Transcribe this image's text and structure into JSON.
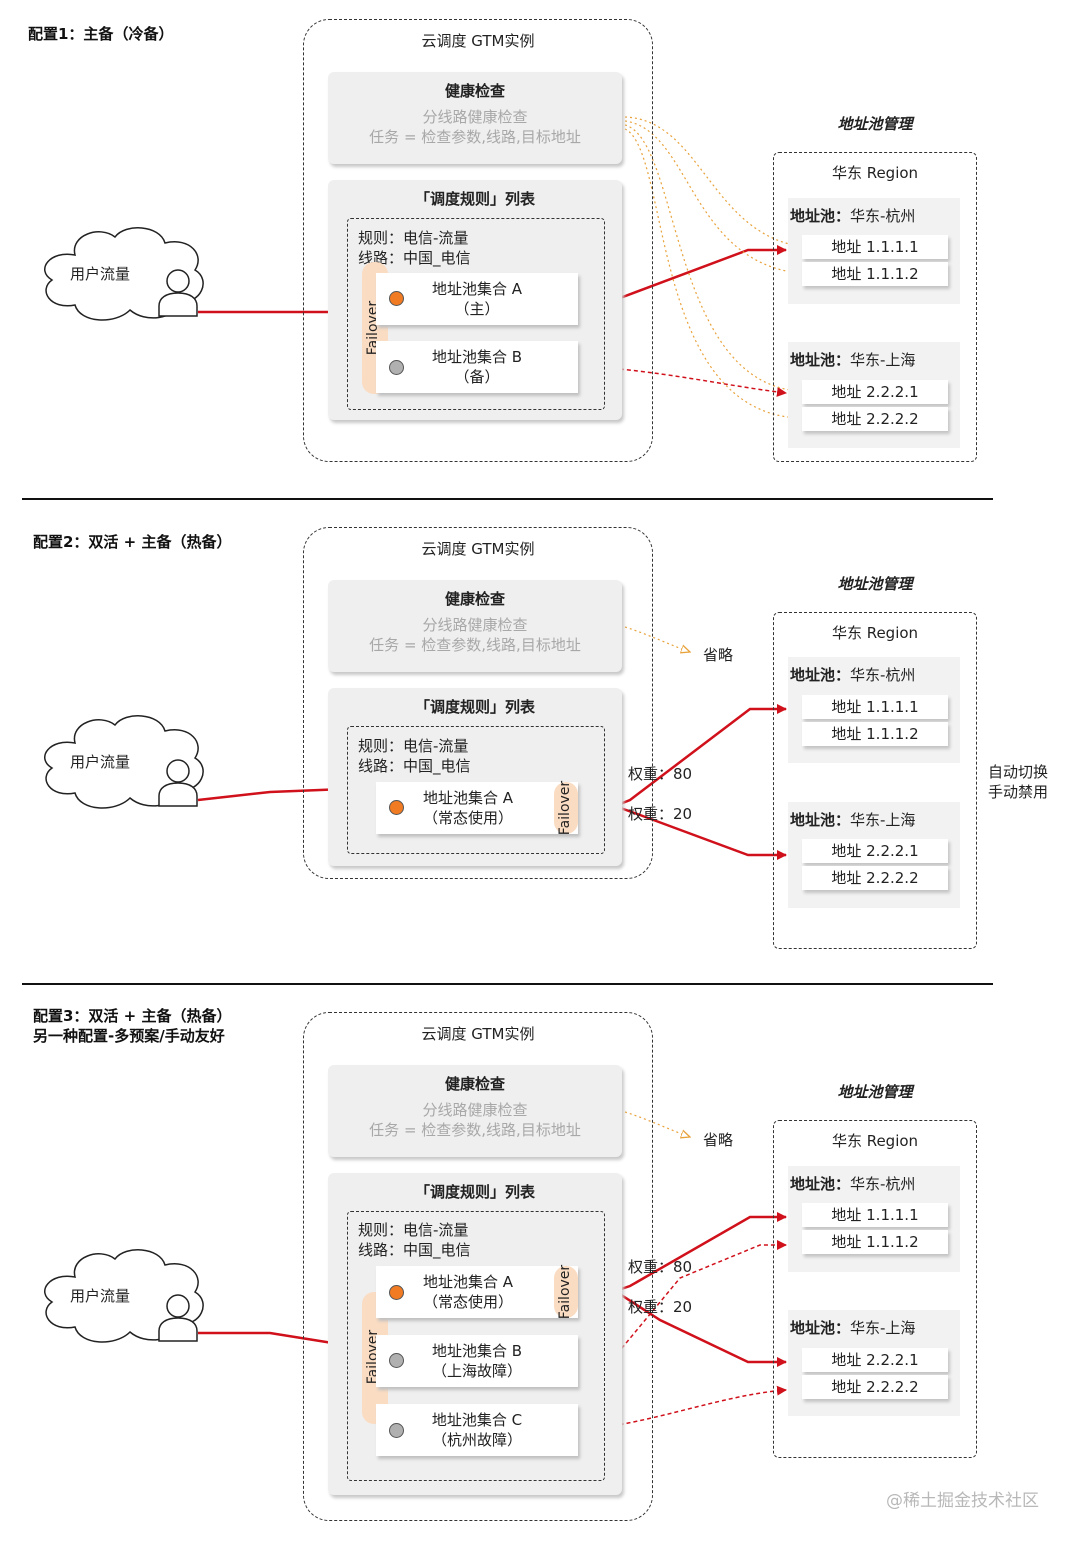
{
  "sections": [
    {
      "title_lines": [
        "配置1：主备（冷备）"
      ],
      "gtm_title": "云调度 GTM实例",
      "health": {
        "title": "健康检查",
        "line1": "分线路健康检查",
        "line2": "任务 = 检查参数,线路,目标地址"
      },
      "rules_title": "「调度规则」列表",
      "rule": "规则：电信-流量",
      "line": "线路：中国_电信",
      "sets": [
        {
          "name": "地址池集合 A",
          "note": "（主）"
        },
        {
          "name": "地址池集合 B",
          "note": "（备）"
        }
      ],
      "failover_label": "Failover",
      "user": "用户流量",
      "pool_mgr_title": "地址池管理",
      "region": "华东 Region",
      "pools": [
        {
          "label": "地址池：",
          "name": "华东-杭州",
          "addrs": [
            "地址 1.1.1.1",
            "地址 1.1.1.2"
          ]
        },
        {
          "label": "地址池：",
          "name": "华东-上海",
          "addrs": [
            "地址 2.2.2.1",
            "地址 2.2.2.2"
          ]
        }
      ]
    },
    {
      "title_lines": [
        "配置2：双活 + 主备（热备）"
      ],
      "gtm_title": "云调度 GTM实例",
      "health": {
        "title": "健康检查",
        "line1": "分线路健康检查",
        "line2": "任务 = 检查参数,线路,目标地址"
      },
      "rules_title": "「调度规则」列表",
      "rule": "规则：电信-流量",
      "line": "线路：中国_电信",
      "sets": [
        {
          "name": "地址池集合 A",
          "note": "（常态使用）"
        }
      ],
      "failover_label": "Failover",
      "user": "用户流量",
      "omit": "省略",
      "weights": [
        "权重：80",
        "权重：20"
      ],
      "pool_mgr_title": "地址池管理",
      "region": "华东 Region",
      "pools": [
        {
          "label": "地址池：",
          "name": "华东-杭州",
          "addrs": [
            "地址 1.1.1.1",
            "地址 1.1.1.2"
          ]
        },
        {
          "label": "地址池：",
          "name": "华东-上海",
          "addrs": [
            "地址 2.2.2.1",
            "地址 2.2.2.2"
          ]
        }
      ],
      "side_note": [
        "自动切换",
        "手动禁用"
      ]
    },
    {
      "title_lines": [
        "配置3：双活 + 主备（热备）",
        "另一种配置-多预案/手动友好"
      ],
      "gtm_title": "云调度 GTM实例",
      "health": {
        "title": "健康检查",
        "line1": "分线路健康检查",
        "line2": "任务 = 检查参数,线路,目标地址"
      },
      "rules_title": "「调度规则」列表",
      "rule": "规则：电信-流量",
      "line": "线路：中国_电信",
      "sets": [
        {
          "name": "地址池集合 A",
          "note": "（常态使用）"
        },
        {
          "name": "地址池集合 B",
          "note": "（上海故障）"
        },
        {
          "name": "地址池集合 C",
          "note": "（杭州故障）"
        }
      ],
      "failover_label": "Failover",
      "user": "用户流量",
      "omit": "省略",
      "weights": [
        "权重：80",
        "权重：20"
      ],
      "pool_mgr_title": "地址池管理",
      "region": "华东 Region",
      "pools": [
        {
          "label": "地址池：",
          "name": "华东-杭州",
          "addrs": [
            "地址 1.1.1.1",
            "地址 1.1.1.2"
          ]
        },
        {
          "label": "地址池：",
          "name": "华东-上海",
          "addrs": [
            "地址 2.2.2.1",
            "地址 2.2.2.2"
          ]
        }
      ]
    }
  ],
  "watermark": "@稀土掘金技术社区",
  "colors": {
    "arrow": "#d0101a",
    "health_arrow": "#e8a23a",
    "failover": "#fadcc2",
    "primary_dot": "#f07b22",
    "backup_dot": "#b0b0b0"
  }
}
